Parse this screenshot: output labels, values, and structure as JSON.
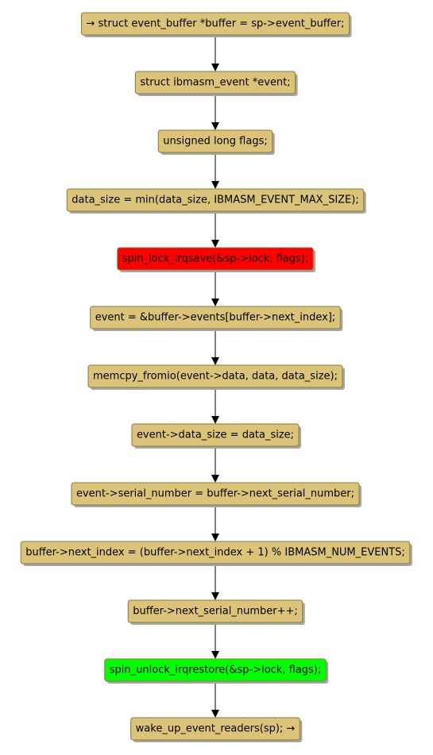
{
  "diagram": {
    "steps": [
      {
        "text": "→ struct event_buffer *buffer = sp->event_buffer;",
        "fill": "#dbc47a"
      },
      {
        "text": "struct ibmasm_event *event;",
        "fill": "#dbc47a"
      },
      {
        "text": "unsigned long flags;",
        "fill": "#dbc47a"
      },
      {
        "text": "data_size = min(data_size, IBMASM_EVENT_MAX_SIZE);",
        "fill": "#dbc47a"
      },
      {
        "text": "spin_lock_irqsave(&sp->lock, flags);",
        "fill": "#ff0000"
      },
      {
        "text": "event = &buffer->events[buffer->next_index];",
        "fill": "#dbc47a"
      },
      {
        "text": "memcpy_fromio(event->data, data, data_size);",
        "fill": "#dbc47a"
      },
      {
        "text": "event->data_size = data_size;",
        "fill": "#dbc47a"
      },
      {
        "text": "event->serial_number = buffer->next_serial_number;",
        "fill": "#dbc47a"
      },
      {
        "text": "buffer->next_index = (buffer->next_index + 1) % IBMASM_NUM_EVENTS;",
        "fill": "#dbc47a"
      },
      {
        "text": "buffer->next_serial_number++;",
        "fill": "#dbc47a"
      },
      {
        "text": "spin_unlock_irqrestore(&sp->lock, flags);",
        "fill": "#00ff00"
      },
      {
        "text": "wake_up_event_readers(sp); →",
        "fill": "#dbc47a"
      }
    ],
    "colors": {
      "border": "#8f7a32",
      "shadow": "#a6a6a6",
      "arrow": "#000000",
      "text": "#000000"
    }
  }
}
